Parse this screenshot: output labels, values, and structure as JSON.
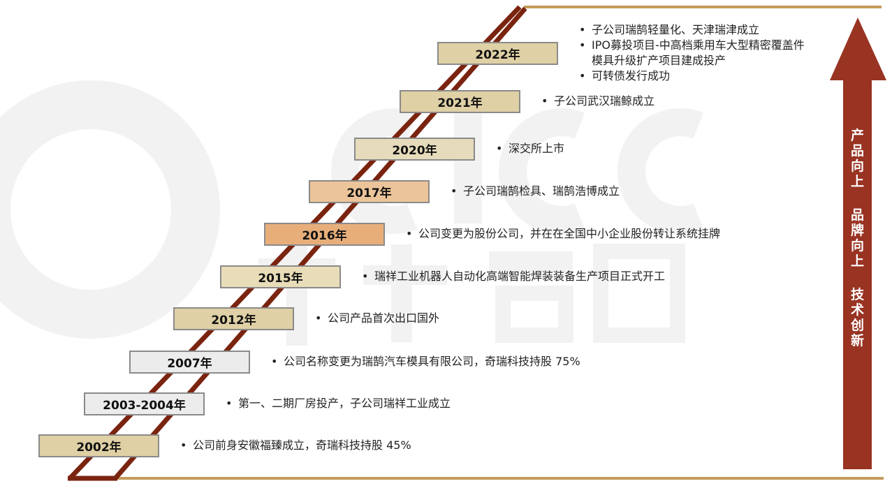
{
  "watermark": "CICC 中金公司",
  "slogan": [
    "产品向上",
    "品牌向上",
    "技术创新"
  ],
  "colors": {
    "ladder": "#7a2410",
    "rule": "#c49a5a",
    "arrow": "#993322"
  },
  "milestones": [
    {
      "year": "2002年",
      "color": "#dfd0a5",
      "items": [
        "公司前身安徽福臻成立，奇瑞科技持股 45%"
      ]
    },
    {
      "year": "2003-2004年",
      "color": "#ececec",
      "items": [
        "第一、二期厂房投产，子公司瑞祥工业成立"
      ]
    },
    {
      "year": "2007年",
      "color": "#ececec",
      "items": [
        "公司名称变更为瑞鹄汽车模具有限公司，奇瑞科技持股 75%"
      ]
    },
    {
      "year": "2012年",
      "color": "#dfd0a5",
      "items": [
        "公司产品首次出口国外"
      ]
    },
    {
      "year": "2015年",
      "color": "#e9ddb9",
      "items": [
        "瑞祥工业机器人自动化高端智能焊装装备生产项目正式开工"
      ]
    },
    {
      "year": "2016年",
      "color": "#e8ae7a",
      "items": [
        "公司变更为股份公司，并在在全国中小企业股份转让系统挂牌"
      ]
    },
    {
      "year": "2017年",
      "color": "#ecc49a",
      "items": [
        "子公司瑞鹄检具、瑞鹄浩博成立"
      ]
    },
    {
      "year": "2020年",
      "color": "#e6dbbb",
      "items": [
        "深交所上市"
      ]
    },
    {
      "year": "2021年",
      "color": "#dfd0a5",
      "items": [
        "子公司武汉瑞鲸成立"
      ]
    },
    {
      "year": "2022年",
      "color": "#dfd0a5",
      "items": [
        "子公司瑞鹄轻量化、天津瑞津成立",
        "IPO募投项目-中高档乘用车大型精密覆盖件模具升级扩产项目建成投产",
        "可转债发行成功"
      ]
    }
  ]
}
